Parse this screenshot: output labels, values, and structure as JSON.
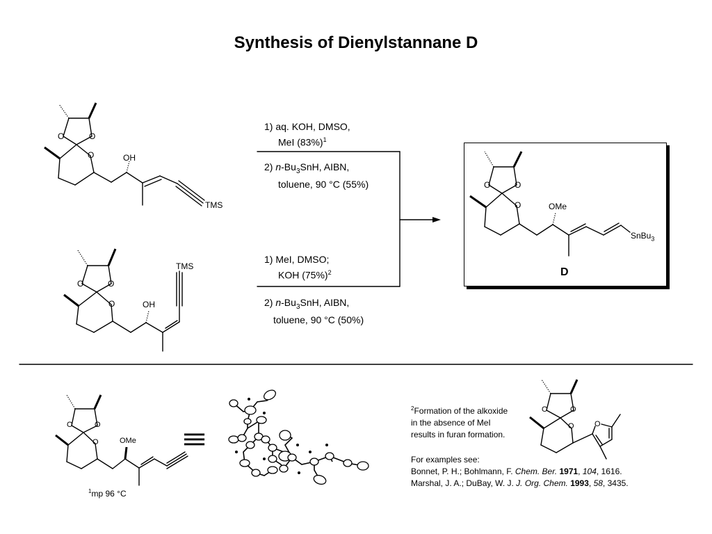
{
  "title": "Synthesis of Dienylstannane D",
  "route1": {
    "step1_line1": "1) aq. KOH, DMSO,",
    "step1_line2": "MeI (83%)",
    "step1_note": "1",
    "step2_prefix": "2) ",
    "step2_italic": "n",
    "step2_rest_a": "-Bu",
    "step2_sub": "3",
    "step2_rest_b": "SnH, AIBN,",
    "step2_line2": "toluene, 90 °C (55%)"
  },
  "route2": {
    "step1_line1": "1) MeI, DMSO;",
    "step1_line2": "KOH (75%)",
    "step1_note": "2",
    "step2_prefix": "2) ",
    "step2_italic": "n",
    "step2_rest_a": "-Bu",
    "step2_sub": "3",
    "step2_rest_b": "SnH, AIBN,",
    "step2_line2": "toluene, 90 °C (50%)"
  },
  "atoms": {
    "O": "O",
    "OH": "OH",
    "OMe": "OMe",
    "TMS": "TMS",
    "Sn": "SnBu",
    "Sn_sub": "3"
  },
  "product_label": "D",
  "mp_note": {
    "sup": "1",
    "text": "mp 96 °C"
  },
  "equiv_symbol": "≡",
  "footnote": {
    "sup": "2",
    "line1": "Formation of the alkoxide",
    "line2": "in the absence of MeI",
    "line3": "results in furan formation."
  },
  "refs": {
    "heading": "For examples see:",
    "ref1": {
      "authors": "Bonnet, P. H.; Bohlmann, F. ",
      "journal": "Chem. Ber.",
      "sep1": " ",
      "year": "1971",
      "sep2": ", ",
      "volume": "104",
      "pages": ", 1616."
    },
    "ref2": {
      "authors": "Marshal, J. A.; DuBay, W. J. ",
      "journal": "J. Org. Chem.",
      "sep1": " ",
      "year": "1993",
      "sep2": ", ",
      "volume": "58",
      "pages": ", 3435."
    }
  }
}
